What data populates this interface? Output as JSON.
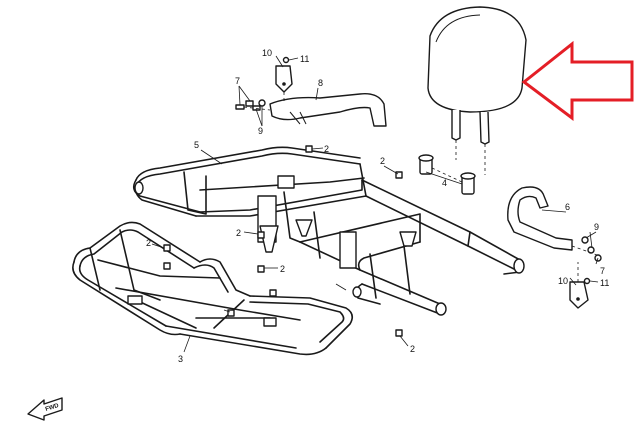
{
  "callouts": {
    "c2a": "2",
    "c2b": "2",
    "c2c": "2",
    "c2d": "2",
    "c2e": "2",
    "c2f": "2",
    "c3": "3",
    "c4": "4",
    "c5": "5",
    "c6": "6",
    "c7a": "7",
    "c7b": "7",
    "c8": "8",
    "c9a": "9",
    "c9b": "9",
    "c10a": "10",
    "c10b": "10",
    "c11a": "11",
    "c11b": "11"
  },
  "direction_marker": {
    "icon": "forward-arrow-icon",
    "text": "FWD"
  },
  "highlight": {
    "color": "#e41e26",
    "target": "backrest"
  }
}
